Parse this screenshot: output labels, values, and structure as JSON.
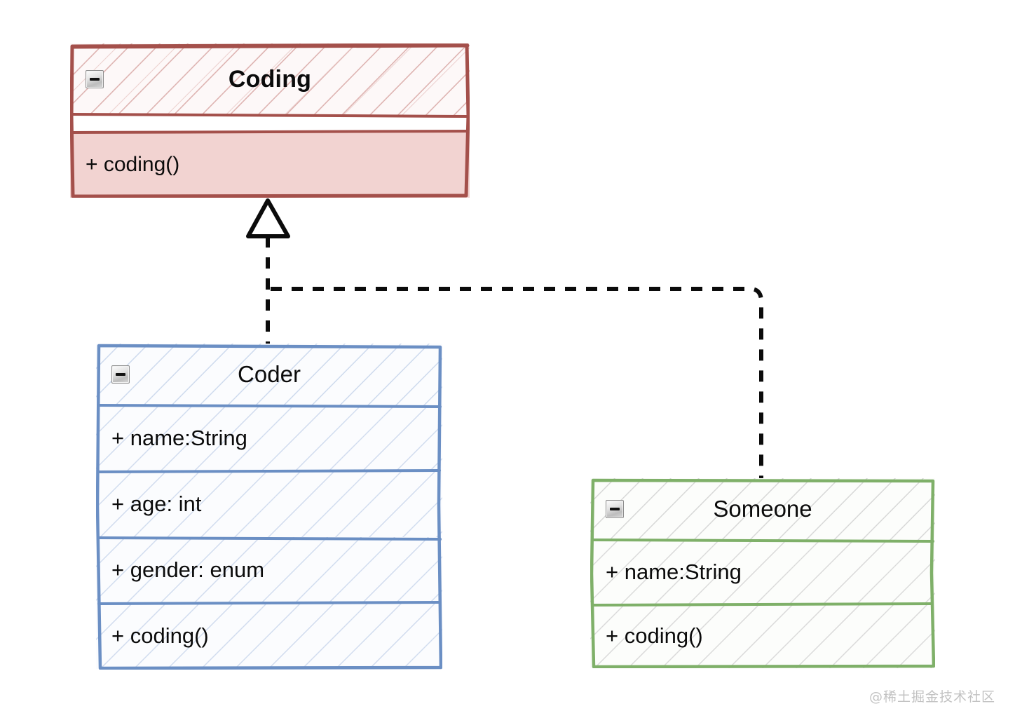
{
  "diagram": {
    "type": "uml-class-diagram",
    "background": "#ffffff",
    "watermark": "@稀土掘金技术社区"
  },
  "classes": [
    {
      "key": "coding",
      "name": "Coding",
      "stereotype": "interface",
      "title_bold": true,
      "accent_color": "#a4504b",
      "fill_color": "#f2d3d1",
      "collapse_icon": "minus-icon",
      "attributes": [],
      "methods": [
        "+ coding()"
      ]
    },
    {
      "key": "coder",
      "name": "Coder",
      "stereotype": "class",
      "title_bold": false,
      "accent_color": "#6b8fc4",
      "fill_color": "#fbfcfe",
      "collapse_icon": "minus-icon",
      "attributes": [
        "+ name:String",
        "+ age: int",
        "+ gender: enum"
      ],
      "methods": [
        "+ coding()"
      ]
    },
    {
      "key": "someone",
      "name": "Someone",
      "stereotype": "class",
      "title_bold": false,
      "accent_color": "#7fb069",
      "fill_color": "#fcfdfb",
      "collapse_icon": "minus-icon",
      "attributes": [
        "+ name:String"
      ],
      "methods": [
        "+ coding()"
      ]
    }
  ],
  "relationships": [
    {
      "type": "realization",
      "line_style": "dashed",
      "arrow_head": "hollow-triangle",
      "source": "Coder",
      "target": "Coding",
      "color": "#0b0b0b"
    },
    {
      "type": "realization",
      "line_style": "dashed",
      "arrow_head": "hollow-triangle",
      "source": "Someone",
      "target": "Coding",
      "color": "#0b0b0b"
    }
  ]
}
